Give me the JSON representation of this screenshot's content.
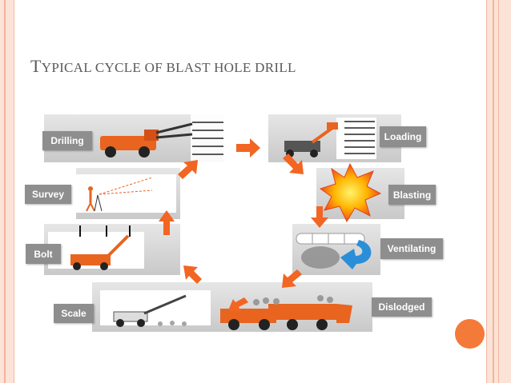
{
  "slide": {
    "title_first_letter": "T",
    "title_rest": "YPICAL CYCLE OF BLAST HOLE DRILL"
  },
  "diagram": {
    "steps": [
      {
        "label": "Drilling"
      },
      {
        "label": "Loading"
      },
      {
        "label": "Blasting"
      },
      {
        "label": "Ventilating"
      },
      {
        "label": "Dislodged"
      },
      {
        "label": "Scale"
      },
      {
        "label": "Bolt"
      },
      {
        "label": "Survey"
      }
    ]
  },
  "colors": {
    "arrow": "#f26522",
    "label_bg": "#8e8e8e",
    "tunnel": "#d6d6d6",
    "machine": "#e8641f",
    "accent": "#f47a3a",
    "frame": "#fbe3d8"
  }
}
